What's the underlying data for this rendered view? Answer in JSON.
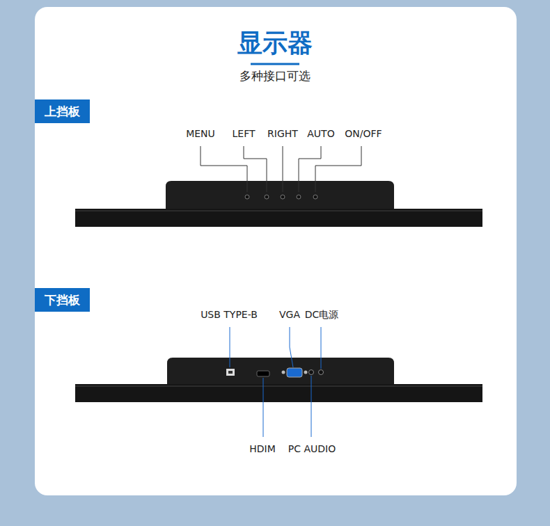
{
  "diagram": {
    "title": "显示器",
    "nodes": [
      {
        "text": [
          "上挡板"
        ]
      },
      {
        "text": [
          "下挡板"
        ]
      }
    ],
    "labels": [
      "多种接口可选",
      "MENU",
      "LEFT",
      "RIGHT",
      "AUTO",
      "ON/OFF",
      "USB TYPE-B",
      "VGA",
      "DC电源",
      "HDIM",
      "PC AUDIO"
    ]
  }
}
